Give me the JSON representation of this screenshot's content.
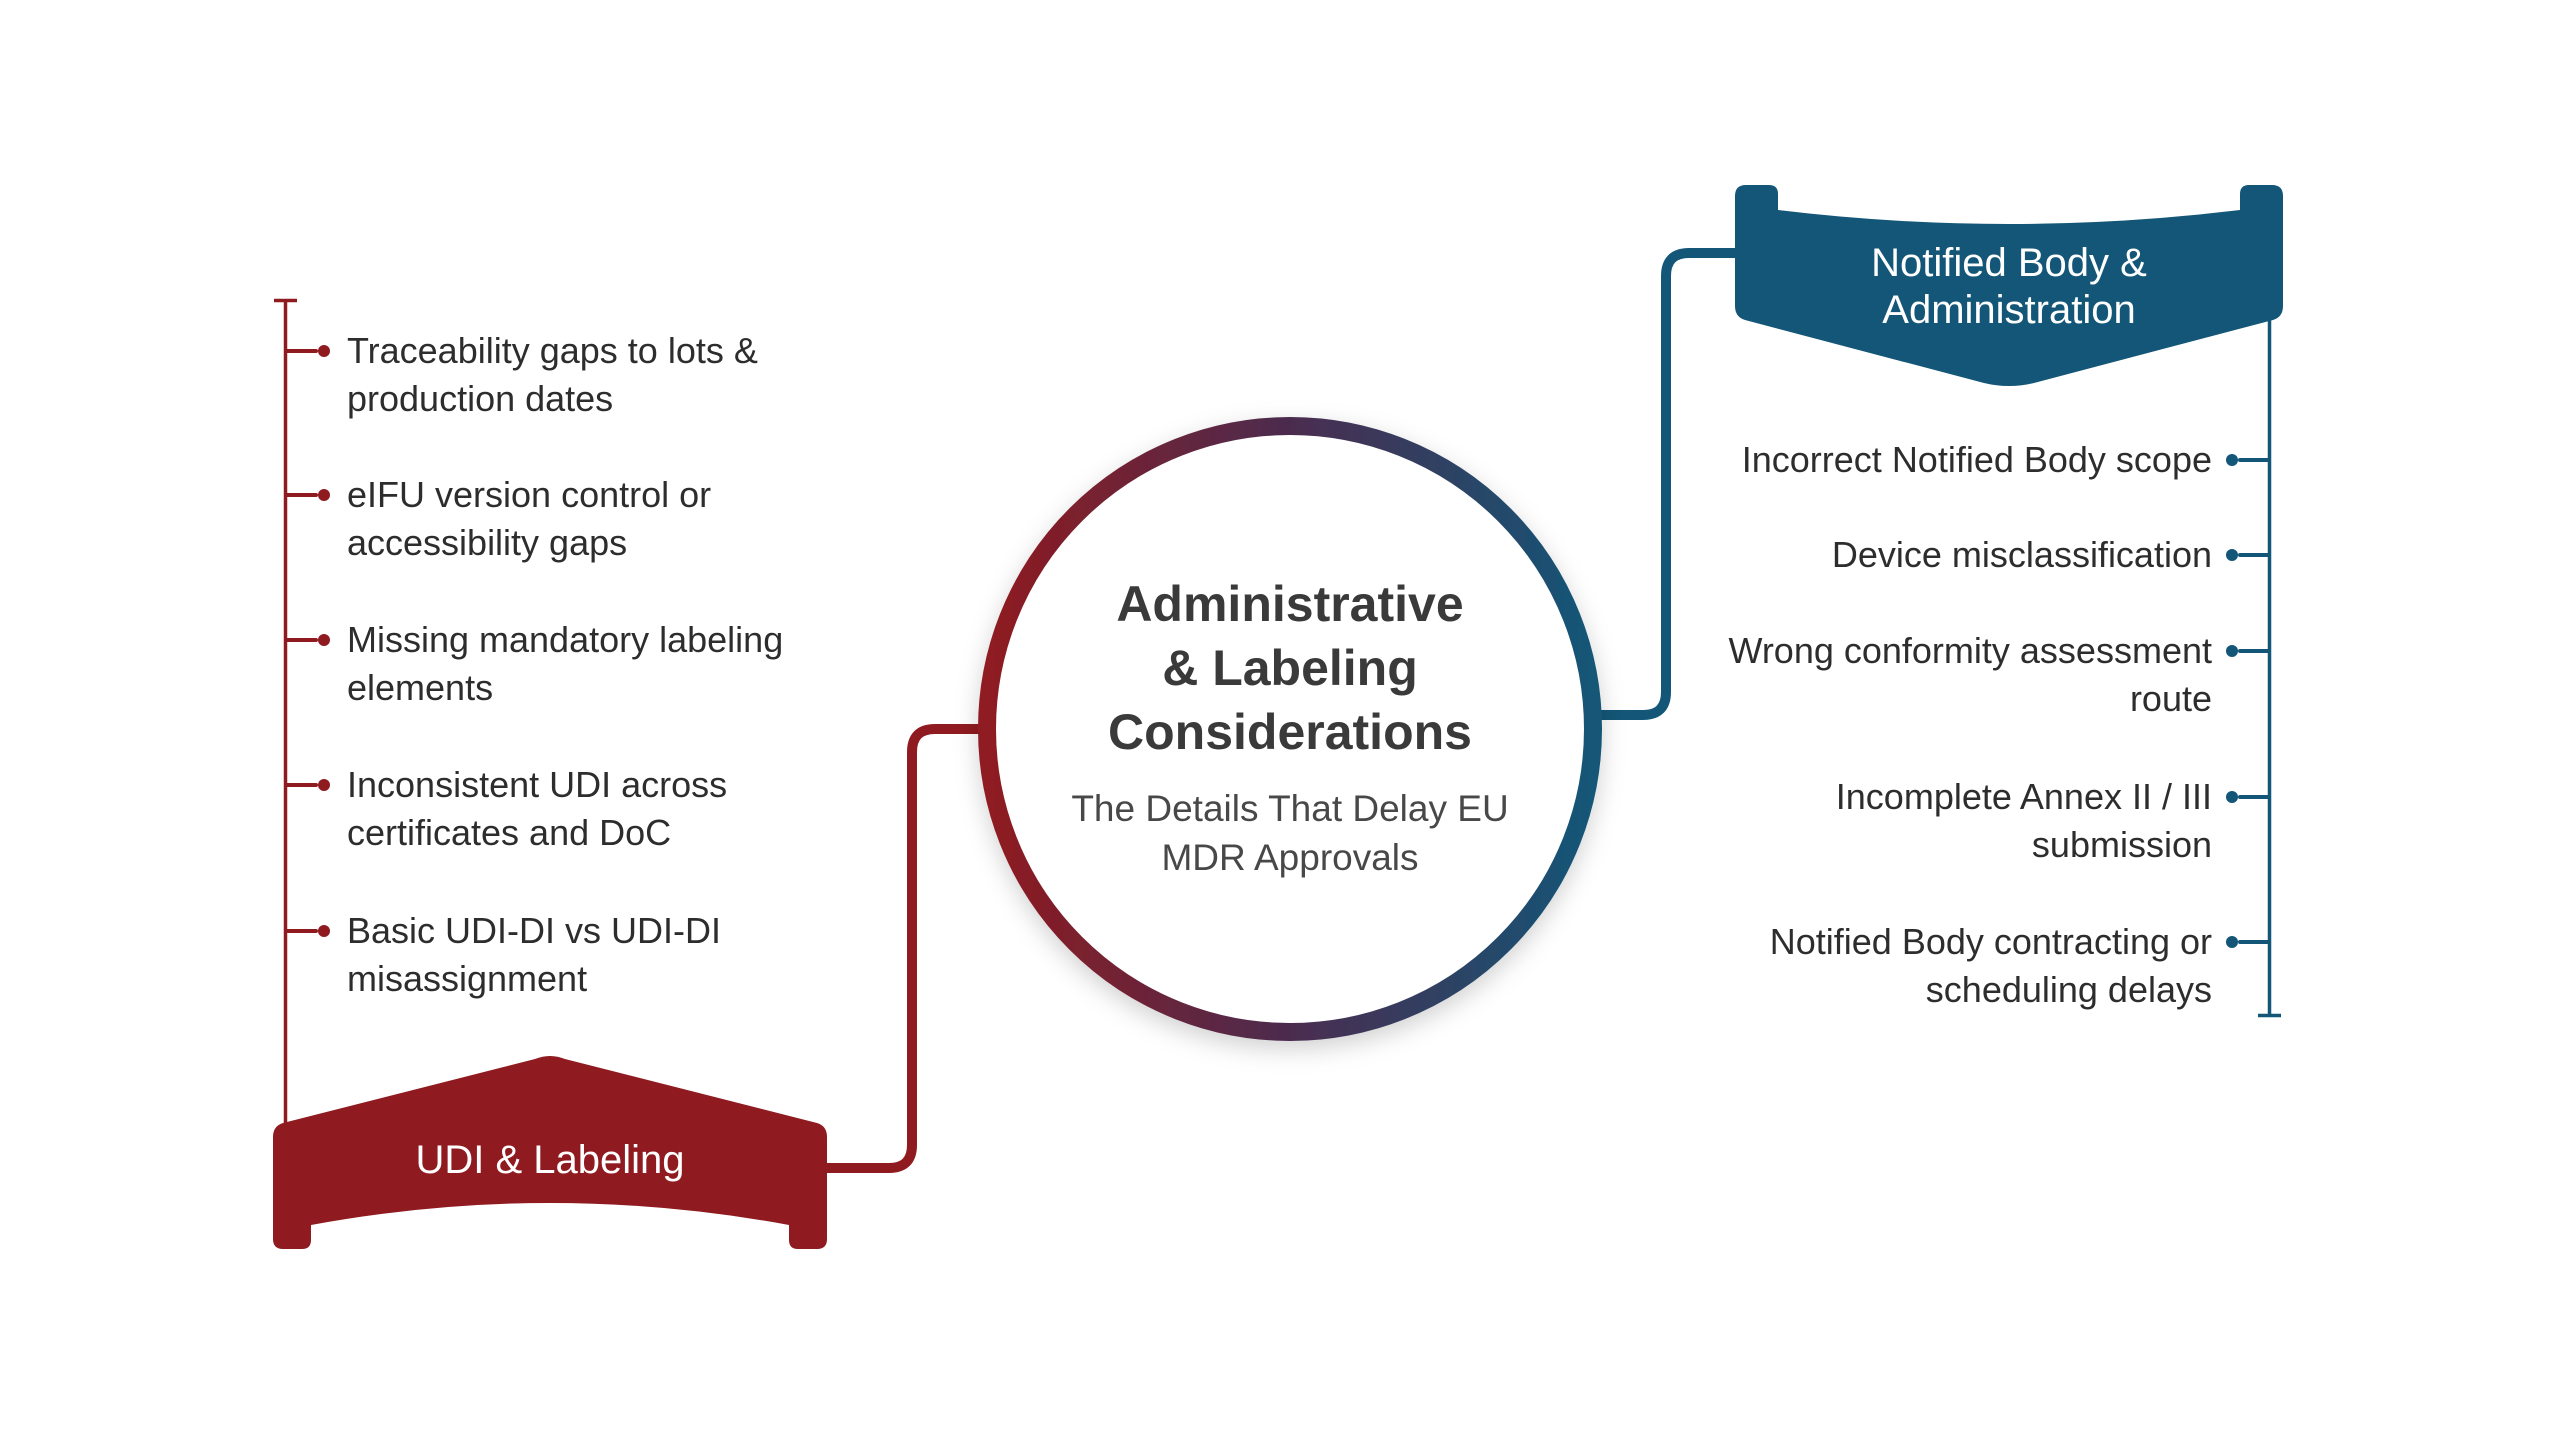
{
  "colors": {
    "red": "#8f1b20",
    "blue": "#135677",
    "title_text": "#3a3a3a",
    "body_text": "#2d2d2d"
  },
  "center": {
    "title_lines": [
      "Administrative",
      "& Labeling",
      "Considerations"
    ],
    "subtitle_lines": [
      "The Details That Delay EU",
      "MDR Approvals"
    ]
  },
  "left_branch": {
    "label": "UDI & Labeling",
    "color": "#8f1b20",
    "items": [
      {
        "text": "Traceability gaps to lots & production dates"
      },
      {
        "text": "eIFU version control or accessibility gaps"
      },
      {
        "text": "Missing mandatory labeling elements"
      },
      {
        "text": "Inconsistent UDI across certificates and DoC"
      },
      {
        "text": "Basic UDI-DI vs UDI-DI misassignment"
      }
    ]
  },
  "right_branch": {
    "label_lines": [
      "Notified Body &",
      "Administration"
    ],
    "color": "#135677",
    "items": [
      {
        "text": "Incorrect Notified Body scope"
      },
      {
        "text": "Device misclassification"
      },
      {
        "text": "Wrong conformity assessment route"
      },
      {
        "text": "Incomplete Annex II / III submission"
      },
      {
        "text": "Notified Body contracting or scheduling delays"
      }
    ]
  }
}
